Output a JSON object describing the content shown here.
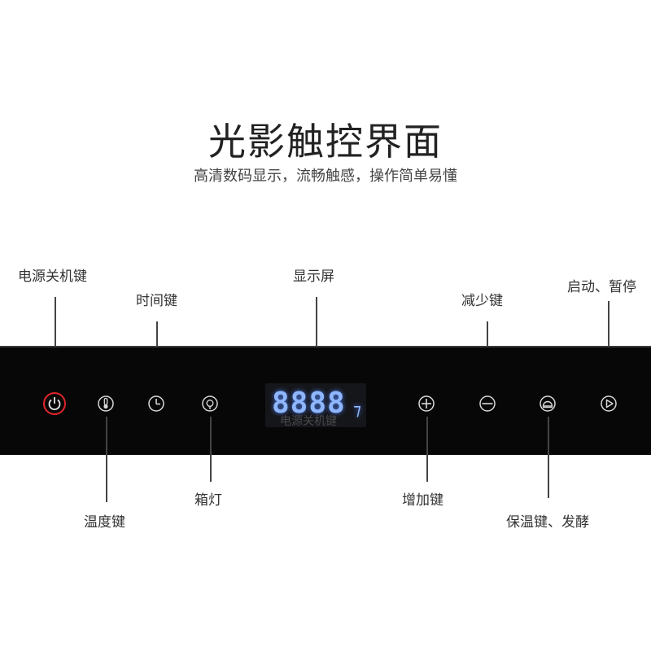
{
  "header": {
    "title": "光影触控界面",
    "subtitle": "高清数码显示，流畅触感，操作简单易懂"
  },
  "labels": {
    "power": "电源关机键",
    "time": "时间键",
    "display": "显示屏",
    "decrease": "减少键",
    "start_pause": "启动、暂停",
    "temperature": "温度键",
    "light": "箱灯",
    "increase": "增加键",
    "keep_warm_ferment": "保温键、发酵"
  },
  "display": {
    "digits": "8888",
    "ghost_text": "电源关机键"
  },
  "colors": {
    "panel": "#070707",
    "power_ring": "#e0262b",
    "display_glow": "#8fb7ff",
    "icon": "#d8d8d8"
  },
  "icons": [
    "power-icon",
    "temperature-icon",
    "clock-icon",
    "light-bulb-icon",
    "plus-icon",
    "minus-icon",
    "keep-warm-icon",
    "play-icon"
  ]
}
